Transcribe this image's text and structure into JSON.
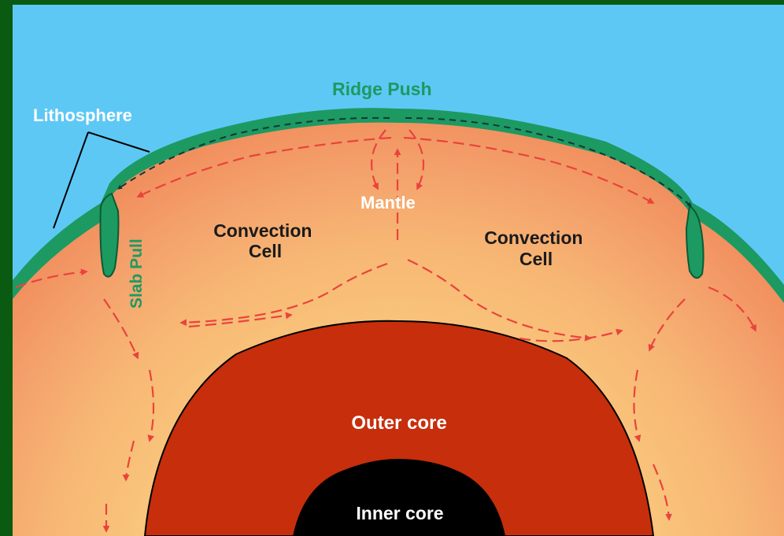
{
  "diagram": {
    "labels": {
      "lithosphere": "Lithosphere",
      "ridge_push": "Ridge Push",
      "slab_pull": "Slab Pull",
      "mantle": "Mantle",
      "convection_cell_left": [
        "Convection",
        "Cell"
      ],
      "convection_cell_right": [
        "Convection",
        "Cell"
      ],
      "outer_core": "Outer core",
      "inner_core": "Inner core"
    },
    "colors": {
      "sky": "#5ec8f5",
      "frame": "#0b5a12",
      "lithosphere": "#1c9a62",
      "mantle_outer": "#f39b6a",
      "mantle_inner": "#f9c47b",
      "outer_core": "#c72e0c",
      "inner_core": "#000000",
      "flow_arrows": "#e9433d",
      "label_light": "#ffffff",
      "label_dark": "#1a1a1a",
      "label_green": "#1c9a62"
    }
  }
}
